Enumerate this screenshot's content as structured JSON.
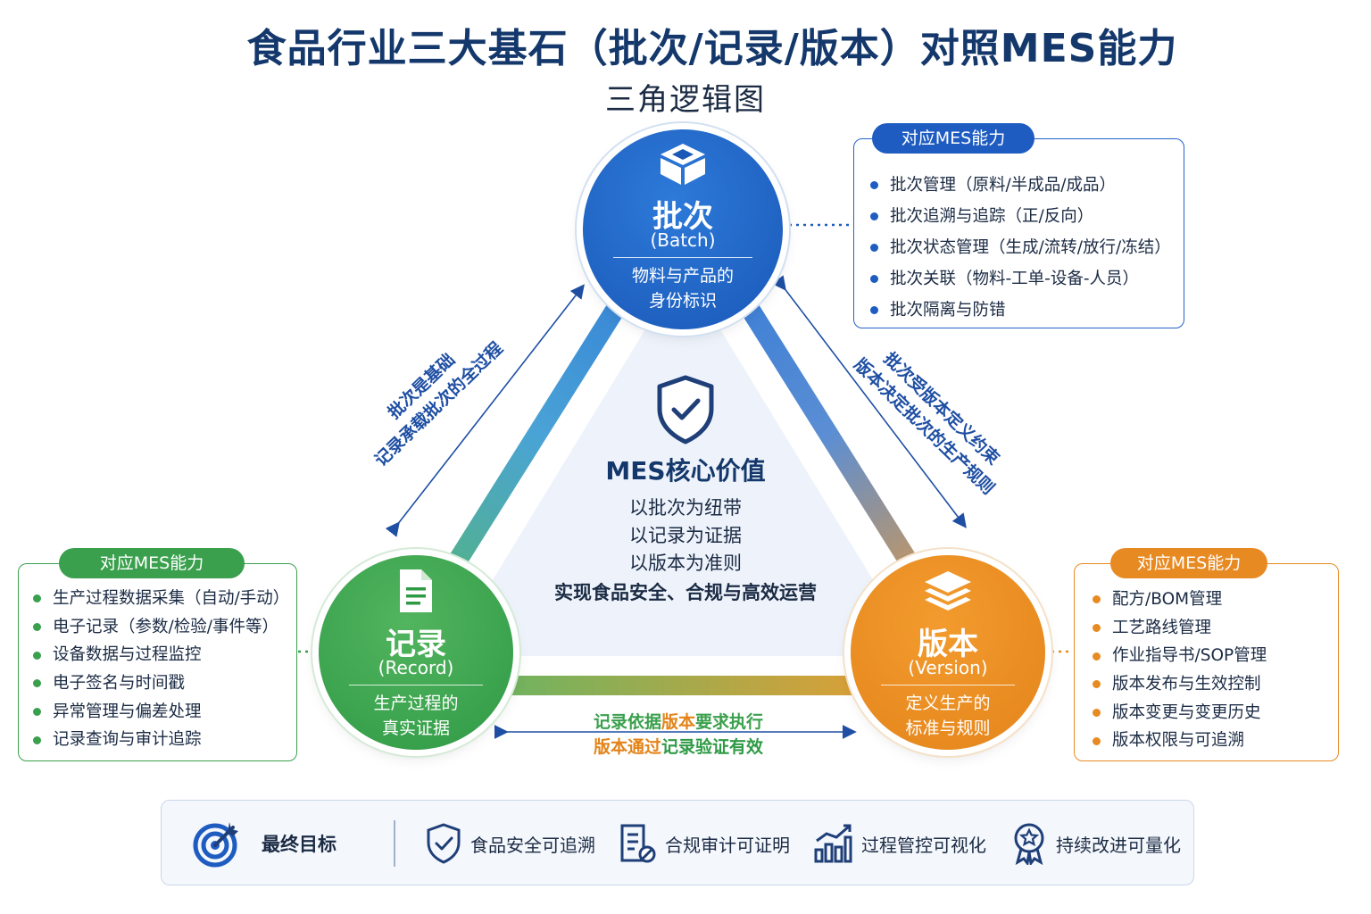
{
  "title": "食品行业三大基石（批次/记录/版本）对照MES能力",
  "subtitle": "三角逻辑图",
  "colors": {
    "blue": "#1e5cc1",
    "green": "#3aa04d",
    "orange": "#e88a22",
    "navy": "#14386b"
  },
  "nodes": {
    "batch": {
      "name": "批次",
      "en": "(Batch)",
      "desc": [
        "物料与产品的",
        "身份标识"
      ],
      "icon": "cube-icon"
    },
    "record": {
      "name": "记录",
      "en": "(Record)",
      "desc": [
        "生产过程的",
        "真实证据"
      ],
      "icon": "document-icon"
    },
    "version": {
      "name": "版本",
      "en": "(Version)",
      "desc": [
        "定义生产的",
        "标准与规则"
      ],
      "icon": "layers-icon"
    }
  },
  "core": {
    "icon": "shield-check-icon",
    "title": "MES核心价值",
    "lines": [
      "以批次为纽带",
      "以记录为证据",
      "以版本为准则"
    ],
    "summary": "实现食品安全、合规与高效运营"
  },
  "relations": {
    "left": [
      "批次是基础",
      "记录承载批次的全过程"
    ],
    "right": [
      "批次受版本定义约束",
      "版本决定批次的生产规则"
    ],
    "bottom": {
      "line1_a": "记录依据",
      "line1_b": "版本",
      "line1_c": "要求执行",
      "line2_a": "版本通过",
      "line2_b": "记录",
      "line2_c": "验证有效"
    }
  },
  "capabilities": {
    "batch": {
      "tag": "对应MES能力",
      "items": [
        "批次管理（原料/半成品/成品）",
        "批次追溯与追踪（正/反向）",
        "批次状态管理（生成/流转/放行/冻结）",
        "批次关联（物料-工单-设备-人员）",
        "批次隔离与防错"
      ]
    },
    "record": {
      "tag": "对应MES能力",
      "items": [
        "生产过程数据采集（自动/手动）",
        "电子记录（参数/检验/事件等）",
        "设备数据与过程监控",
        "电子签名与时间戳",
        "异常管理与偏差处理",
        "记录查询与审计追踪"
      ]
    },
    "version": {
      "tag": "对应MES能力",
      "items": [
        "配方/BOM管理",
        "工艺路线管理",
        "作业指导书/SOP管理",
        "版本发布与生效控制",
        "版本变更与变更历史",
        "版本权限与可追溯"
      ]
    }
  },
  "goals": {
    "main": {
      "label": "最终目标",
      "icon": "target-icon"
    },
    "items": [
      {
        "label": "食品安全可追溯",
        "icon": "shield-check-icon"
      },
      {
        "label": "合规审计可证明",
        "icon": "audit-document-icon"
      },
      {
        "label": "过程管控可视化",
        "icon": "bar-chart-icon"
      },
      {
        "label": "持续改进可量化",
        "icon": "award-badge-icon"
      }
    ]
  }
}
